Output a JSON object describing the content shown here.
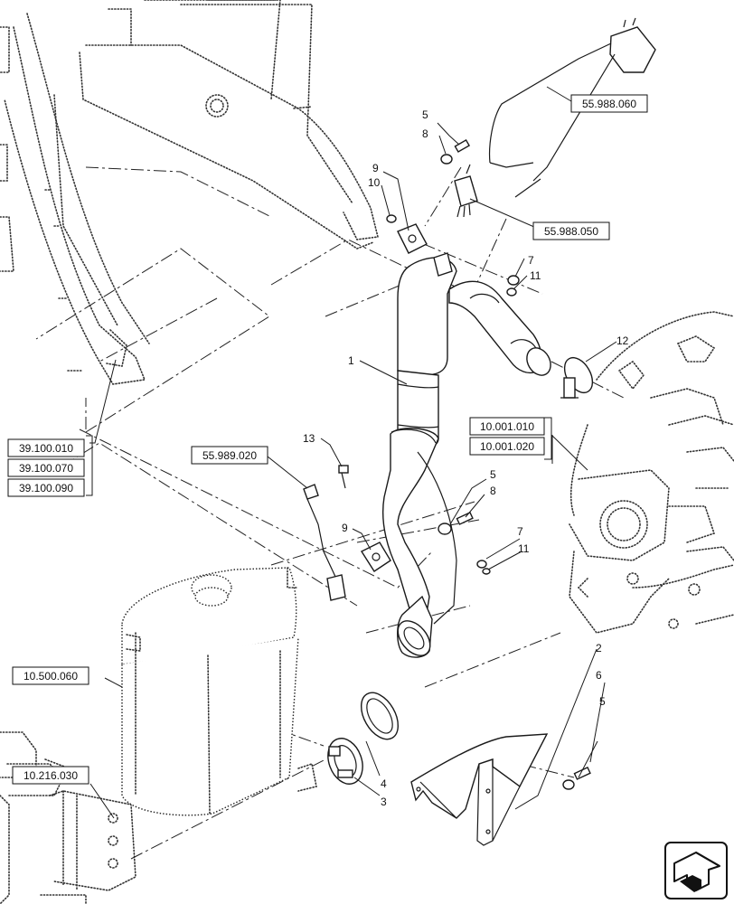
{
  "diagram": {
    "item_numbers": {
      "n1": "1",
      "n2": "2",
      "n3": "3",
      "n4": "4",
      "n5a": "5",
      "n5b": "5",
      "n5c": "5",
      "n6": "6",
      "n7a": "7",
      "n7b": "7",
      "n8a": "8",
      "n8b": "8",
      "n9a": "9",
      "n9b": "9",
      "n10": "10",
      "n11a": "11",
      "n11b": "11",
      "n12": "12",
      "n13": "13"
    },
    "references": {
      "r55988060": "55.988.060",
      "r55988050": "55.988.050",
      "r55989020": "55.989.020",
      "r39100010": "39.100.010",
      "r39100070": "39.100.070",
      "r39100090": "39.100.090",
      "r10001010": "10.001.010",
      "r10001020": "10.001.020",
      "r10500060": "10.500.060",
      "r10216030": "10.216.030"
    },
    "nav_icon": "next-page-arrow-icon"
  }
}
